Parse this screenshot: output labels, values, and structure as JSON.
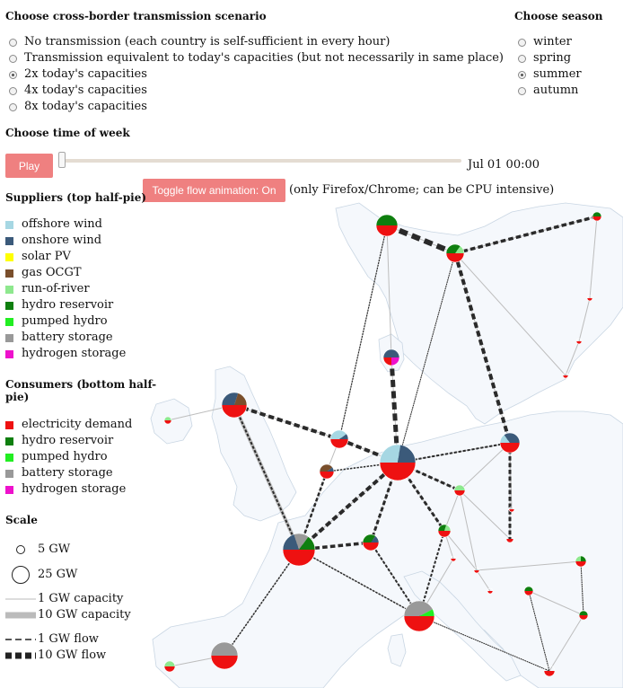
{
  "scenario": {
    "heading": "Choose cross-border transmission scenario",
    "options": [
      {
        "label": "No transmission (each country is self-sufficient in every hour)",
        "checked": false
      },
      {
        "label": "Transmission equivalent to today's capacities (but not necessarily in same place)",
        "checked": false
      },
      {
        "label": "2x today's capacities",
        "checked": true
      },
      {
        "label": "4x today's capacities",
        "checked": false
      },
      {
        "label": "8x today's capacities",
        "checked": false
      }
    ]
  },
  "season": {
    "heading": "Choose season",
    "options": [
      {
        "label": "winter",
        "checked": false
      },
      {
        "label": "spring",
        "checked": false
      },
      {
        "label": "summer",
        "checked": true
      },
      {
        "label": "autumn",
        "checked": false
      }
    ]
  },
  "time": {
    "heading": "Choose time of week",
    "play_label": "Play",
    "current_time": "Jul 01 00:00",
    "slider_position": 0.0
  },
  "animation": {
    "toggle_label": "Toggle flow animation: On",
    "note": "(only Firefox/Chrome; can be CPU intensive)"
  },
  "suppliers": {
    "heading": "Suppliers (top half-pie)",
    "items": [
      {
        "label": "offshore wind",
        "color": "#a6d7e3"
      },
      {
        "label": "onshore wind",
        "color": "#3b5a7a"
      },
      {
        "label": "solar PV",
        "color": "#ffff00"
      },
      {
        "label": "gas OCGT",
        "color": "#7a4f2c"
      },
      {
        "label": "run-of-river",
        "color": "#8ee88e"
      },
      {
        "label": "hydro reservoir",
        "color": "#0f7f0f"
      },
      {
        "label": "pumped hydro",
        "color": "#22ee22"
      },
      {
        "label": "battery storage",
        "color": "#999999"
      },
      {
        "label": "hydrogen storage",
        "color": "#ee11cc"
      }
    ]
  },
  "consumers": {
    "heading_line1": "Consumers (bottom half-",
    "heading_line2": "pie)",
    "items": [
      {
        "label": "electricity demand",
        "color": "#ee1111"
      },
      {
        "label": "hydro reservoir",
        "color": "#0f7f0f"
      },
      {
        "label": "pumped hydro",
        "color": "#22ee22"
      },
      {
        "label": "battery storage",
        "color": "#999999"
      },
      {
        "label": "hydrogen storage",
        "color": "#ee11cc"
      }
    ]
  },
  "scale": {
    "heading": "Scale",
    "size_small": "5 GW",
    "size_large": "25 GW",
    "cap_small": "1 GW capacity",
    "cap_large": "10 GW capacity",
    "flow_small": "1 GW flow",
    "flow_large": "10 GW flow"
  }
}
